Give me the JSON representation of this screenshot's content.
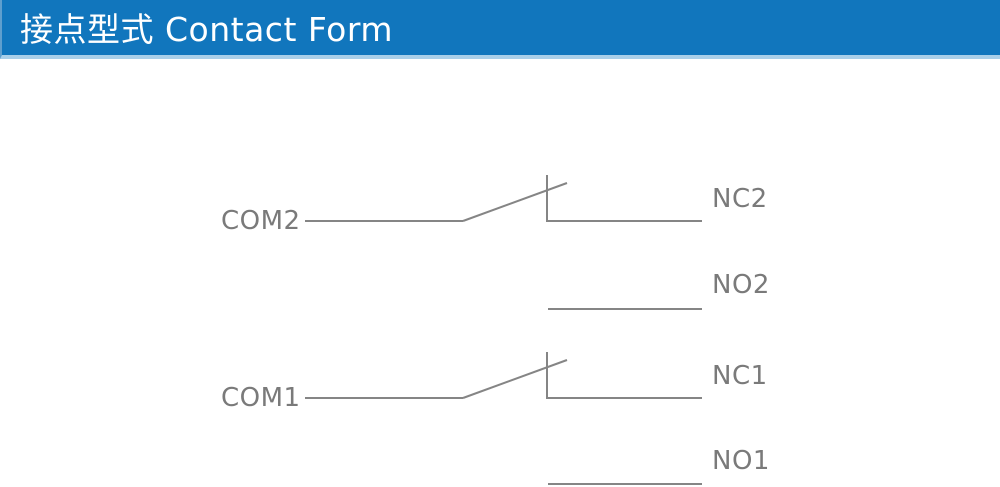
{
  "header": {
    "title": "接点型式 Contact Form",
    "colors": {
      "background": "#1176bd",
      "underline": "#a9cfe9",
      "text": "#ffffff"
    }
  },
  "diagram": {
    "type": "relay-contact-form",
    "colors": {
      "line": "#858585",
      "label": "#7a7a7a"
    },
    "poles": [
      {
        "com": "COM2",
        "nc": "NC2",
        "no": "NO2"
      },
      {
        "com": "COM1",
        "nc": "NC1",
        "no": "NO1"
      }
    ]
  }
}
